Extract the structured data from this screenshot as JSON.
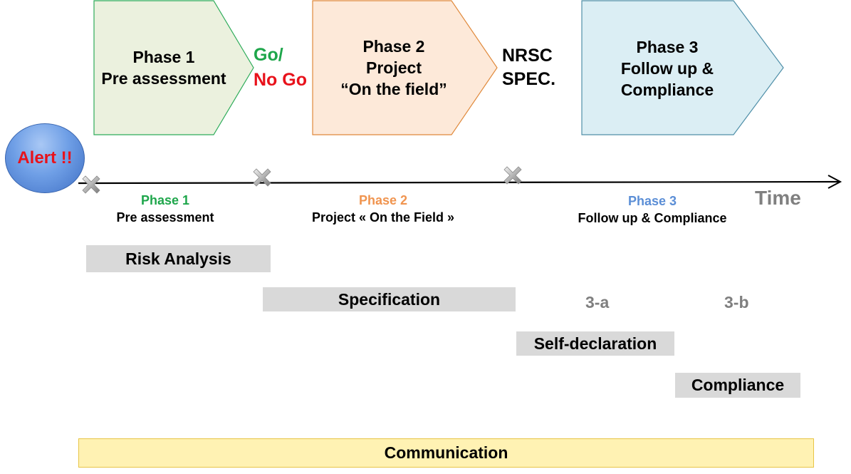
{
  "colors": {
    "phase1_fill": "#ebf1de",
    "phase1_border": "#2eac5a",
    "phase2_fill": "#fde9d9",
    "phase2_border": "#e0893b",
    "phase3_fill": "#dbeef4",
    "phase3_border": "#4f8fa8",
    "go": "#1ea64b",
    "no_go": "#e8121b",
    "phase1_label": "#1ea64b",
    "phase2_label": "#f0944f",
    "phase3_label": "#5b8ed6",
    "bar_fill": "#d9d9d9",
    "communication_fill": "#fff2b3"
  },
  "chevrons": [
    {
      "id": "phase1",
      "text": "Phase 1\nPre assessment"
    },
    {
      "id": "phase2",
      "text": "Phase 2\nProject\n“On the field”"
    },
    {
      "id": "phase3",
      "text": "Phase 3\nFollow up &\nCompliance"
    }
  ],
  "gates": {
    "go": "Go/",
    "no_go": "No Go",
    "nrsc": "NRSC",
    "spec": "SPEC."
  },
  "alert": {
    "label": "Alert !!"
  },
  "timeline": {
    "axis_label": "Time",
    "milestones": [
      "start",
      "go-no-go",
      "nrsc-spec"
    ],
    "phases": [
      {
        "phase": "Phase 1",
        "desc": "Pre assessment"
      },
      {
        "phase": "Phase 2",
        "desc": "Project « On the Field »"
      },
      {
        "phase": "Phase 3",
        "desc": "Follow up & Compliance"
      }
    ]
  },
  "subphases": {
    "a": "3-a",
    "b": "3-b"
  },
  "activities": [
    {
      "label": "Risk Analysis"
    },
    {
      "label": "Specification"
    },
    {
      "label": "Self-declaration"
    },
    {
      "label": "Compliance"
    }
  ],
  "communication": {
    "label": "Communication"
  }
}
